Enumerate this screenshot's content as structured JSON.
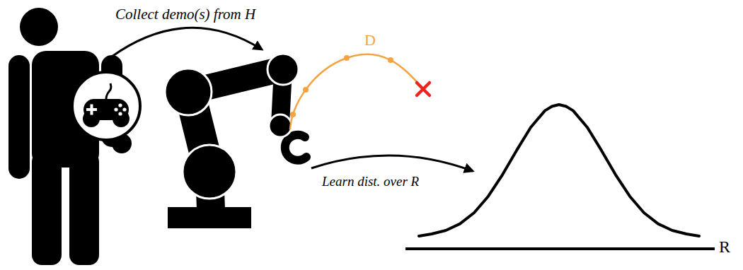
{
  "diagram": {
    "labels": [
      "Collect demo(s) from H",
      "D",
      "Learn dist. over R",
      "R"
    ]
  }
}
